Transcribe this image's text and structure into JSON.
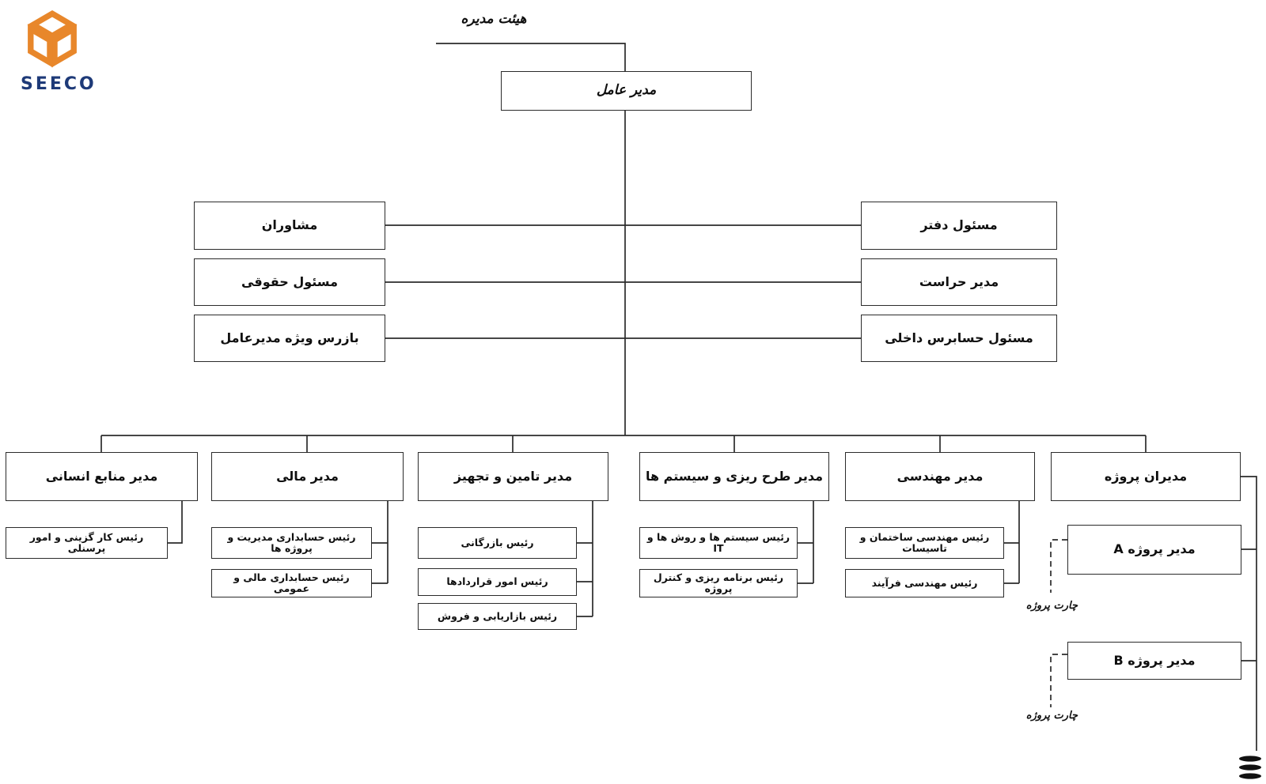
{
  "logo": {
    "text": "SEECO",
    "icon": "cube-logo",
    "orange": "#E8872B",
    "navy": "#1e3a78"
  },
  "board": {
    "label": "هیئت مدیره"
  },
  "ceo": {
    "label": "مدیر عامل"
  },
  "staff_left": [
    {
      "label": "مشاوران"
    },
    {
      "label": "مسئول حقوقی"
    },
    {
      "label": "بازرس ویژه مدیرعامل"
    }
  ],
  "staff_right": [
    {
      "label": "مسئول دفتر"
    },
    {
      "label": "مدیر حراست"
    },
    {
      "label": "مسئول حسابرس داخلی"
    }
  ],
  "departments": [
    {
      "label": "مدیر منابع انسانی",
      "subordinates": [
        {
          "label": "رئیس کار گزینی و امور پرسنلی"
        }
      ]
    },
    {
      "label": "مدیر مالی",
      "subordinates": [
        {
          "label": "رئیس حسابداری مدیریت و پروژه ها"
        },
        {
          "label": "رئیس حسابداری مالی و عمومی"
        }
      ]
    },
    {
      "label": "مدیر تامین و تجهیز",
      "subordinates": [
        {
          "label": "رئیس بازرگانی"
        },
        {
          "label": "رئیس امور قراردادها"
        },
        {
          "label": "رئیس بازاریابی و فروش"
        }
      ]
    },
    {
      "label": "مدیر طرح ریزی و سیستم ها",
      "subordinates": [
        {
          "label": "رئیس سیستم ها و روش ها و IT"
        },
        {
          "label": "رئیس برنامه ریزی و کنترل پروژه"
        }
      ]
    },
    {
      "label": "مدیر مهندسی",
      "subordinates": [
        {
          "label": "رئیس مهندسی ساختمان و تاسیسات"
        },
        {
          "label": "رئیس مهندسی فرآیند"
        }
      ]
    },
    {
      "label": "مدیران پروژه",
      "subordinates": []
    }
  ],
  "projects": [
    {
      "label": "مدیر پروژه A",
      "chart_label": "چارت پروژه"
    },
    {
      "label": "مدیر پروژه B",
      "chart_label": "چارت پروژه"
    }
  ],
  "colors": {
    "line": "#2b2b2b"
  }
}
